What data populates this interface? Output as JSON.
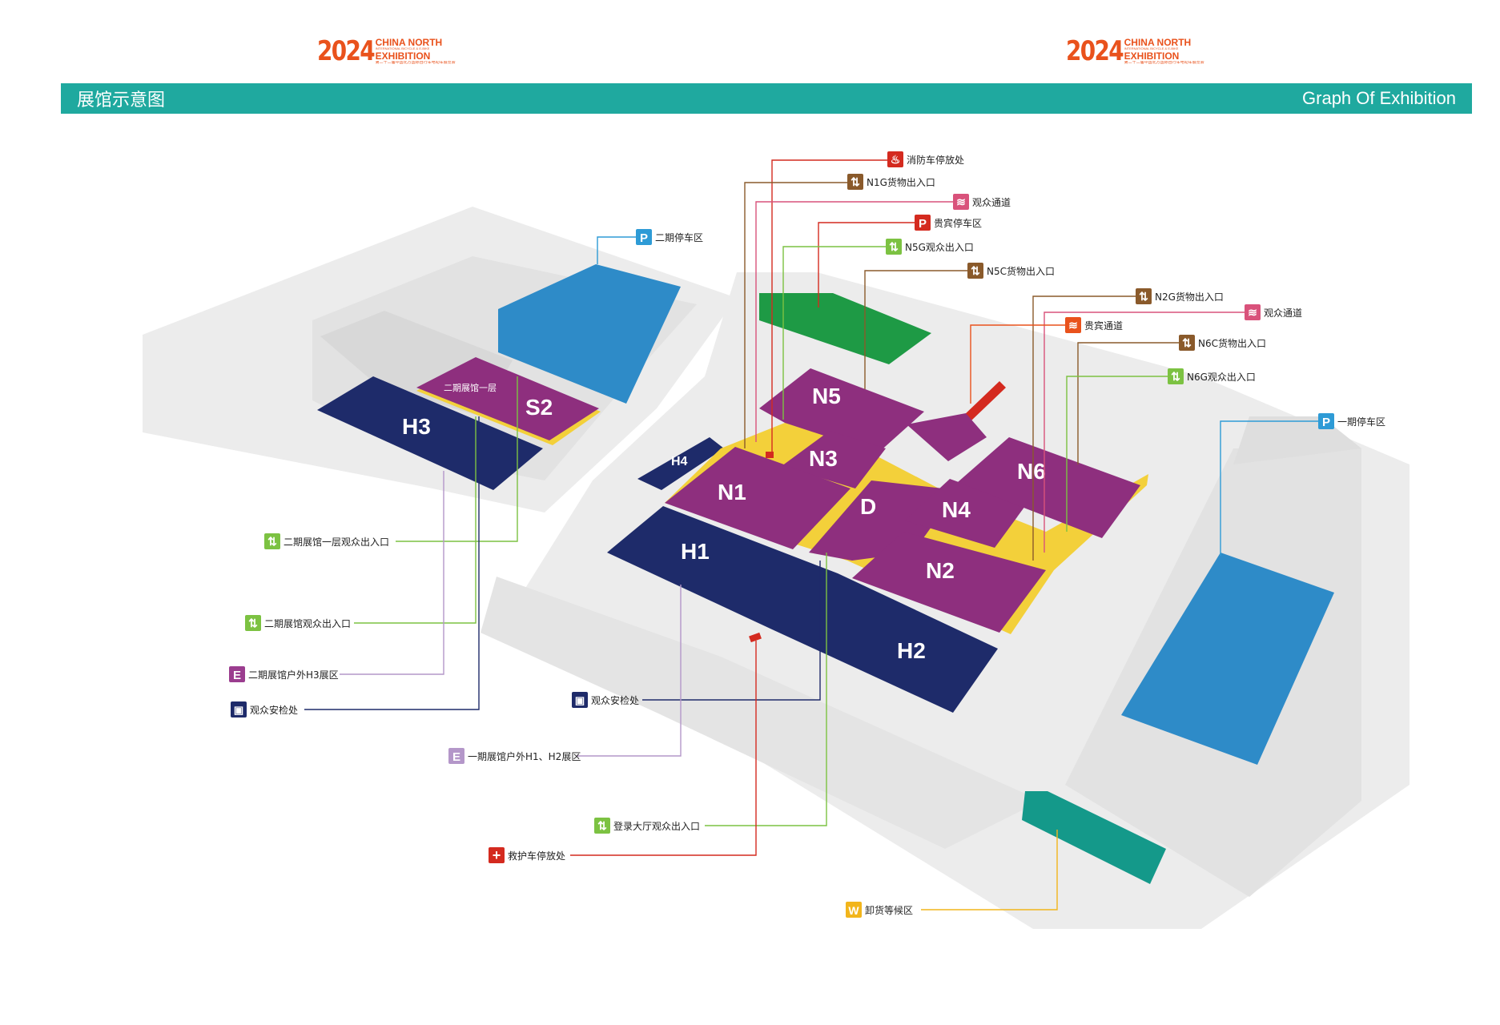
{
  "colors": {
    "banner": "#1fa99f",
    "logo_orange": "#e9521c",
    "hall_purple": "#8e2f7e",
    "hall_navy": "#1e2b6a",
    "hall_edge_yellow": "#f3d03a",
    "pool_blue": "#2e8bc8",
    "green_zone": "#1e9a45",
    "teal_zone": "#14998a",
    "ground": "#ececec",
    "ground_mid": "#e0e0e0",
    "passage_pink": "#d9527b",
    "red_marker": "#d42a1f"
  },
  "logos": [
    {
      "year": "2024",
      "line1": "CHINA NORTH",
      "line1b": "INTERNATIONAL BICYCLE & E-BIKE",
      "line2": "EXHIBITION",
      "line3": "第二十二届中国北方国际自行车电动车展览会"
    },
    {
      "year": "2024",
      "line1": "CHINA NORTH",
      "line1b": "INTERNATIONAL BICYCLE & E-BIKE",
      "line2": "EXHIBITION",
      "line3": "第二十二届中国北方国际自行车电动车展览会"
    }
  ],
  "banner": {
    "title_cn": "展馆示意图",
    "title_en": "Graph Of Exhibition"
  },
  "halls": {
    "H3": "H3",
    "S2": "S2",
    "S2_sub": "二期展馆一层",
    "H4": "H4",
    "N1": "N1",
    "N3": "N3",
    "N5": "N5",
    "D": "D",
    "N4": "N4",
    "N6": "N6",
    "N2": "N2",
    "H1": "H1",
    "H2": "H2"
  },
  "legend": [
    {
      "id": "fire",
      "icon": "fire-truck-icon",
      "glyph": "♨",
      "color": "#d42a1f",
      "text": "消防车停放处"
    },
    {
      "id": "n1g",
      "icon": "cargo-gate-icon",
      "glyph": "⇅",
      "color": "#8a5a2b",
      "text": "N1G货物出入口"
    },
    {
      "id": "viewer_top",
      "icon": "viewer-passage-icon",
      "glyph": "≋",
      "color": "#d9527b",
      "text": "观众通道"
    },
    {
      "id": "vip_parking",
      "icon": "parking-icon",
      "glyph": "P",
      "color": "#d42a1f",
      "text": "贵宾停车区"
    },
    {
      "id": "n5g",
      "icon": "visitor-gate-icon",
      "glyph": "⇅",
      "color": "#7cc242",
      "text": "N5G观众出入口"
    },
    {
      "id": "n5c",
      "icon": "cargo-gate-icon",
      "glyph": "⇅",
      "color": "#8a5a2b",
      "text": "N5C货物出入口"
    },
    {
      "id": "p2",
      "icon": "parking-icon",
      "glyph": "P",
      "color": "#2e9bd6",
      "text": "二期停车区"
    },
    {
      "id": "n2g",
      "icon": "cargo-gate-icon",
      "glyph": "⇅",
      "color": "#8a5a2b",
      "text": "N2G货物出入口"
    },
    {
      "id": "viewer_right",
      "icon": "viewer-passage-icon",
      "glyph": "≋",
      "color": "#d9527b",
      "text": "观众通道"
    },
    {
      "id": "vip_passage",
      "icon": "vip-passage-icon",
      "glyph": "≋",
      "color": "#e9521c",
      "text": "贵宾通道"
    },
    {
      "id": "n6c",
      "icon": "cargo-gate-icon",
      "glyph": "⇅",
      "color": "#8a5a2b",
      "text": "N6C货物出入口"
    },
    {
      "id": "n6g",
      "icon": "visitor-gate-icon",
      "glyph": "⇅",
      "color": "#7cc242",
      "text": "N6G观众出入口"
    },
    {
      "id": "p1",
      "icon": "parking-icon",
      "glyph": "P",
      "color": "#2e9bd6",
      "text": "一期停车区"
    },
    {
      "id": "s2_entry",
      "icon": "visitor-gate-icon",
      "glyph": "⇅",
      "color": "#7cc242",
      "text": "二期展馆一层观众出入口"
    },
    {
      "id": "p2_entry",
      "icon": "visitor-gate-icon",
      "glyph": "⇅",
      "color": "#7cc242",
      "text": "二期展馆观众出入口"
    },
    {
      "id": "h3_outdoor",
      "icon": "exhibit-area-icon",
      "glyph": "E",
      "color": "#9b3d8f",
      "text": "二期展馆户外H3展区"
    },
    {
      "id": "security_left",
      "icon": "security-check-icon",
      "glyph": "▣",
      "color": "#1e2b6a",
      "text": "观众安检处"
    },
    {
      "id": "security_mid",
      "icon": "security-check-icon",
      "glyph": "▣",
      "color": "#1e2b6a",
      "text": "观众安检处"
    },
    {
      "id": "h1h2_outdoor",
      "icon": "exhibit-area-icon",
      "glyph": "E",
      "color": "#b497c9",
      "text": "一期展馆户外H1、H2展区"
    },
    {
      "id": "lobby_entry",
      "icon": "visitor-gate-icon",
      "glyph": "⇅",
      "color": "#7cc242",
      "text": "登录大厅观众出入口"
    },
    {
      "id": "ambulance",
      "icon": "first-aid-icon",
      "glyph": "+",
      "color": "#d42a1f",
      "text": "救护车停放处"
    },
    {
      "id": "unload",
      "icon": "unloading-wait-icon",
      "glyph": "W",
      "color": "#f2b51b",
      "text": "卸货等候区"
    }
  ]
}
